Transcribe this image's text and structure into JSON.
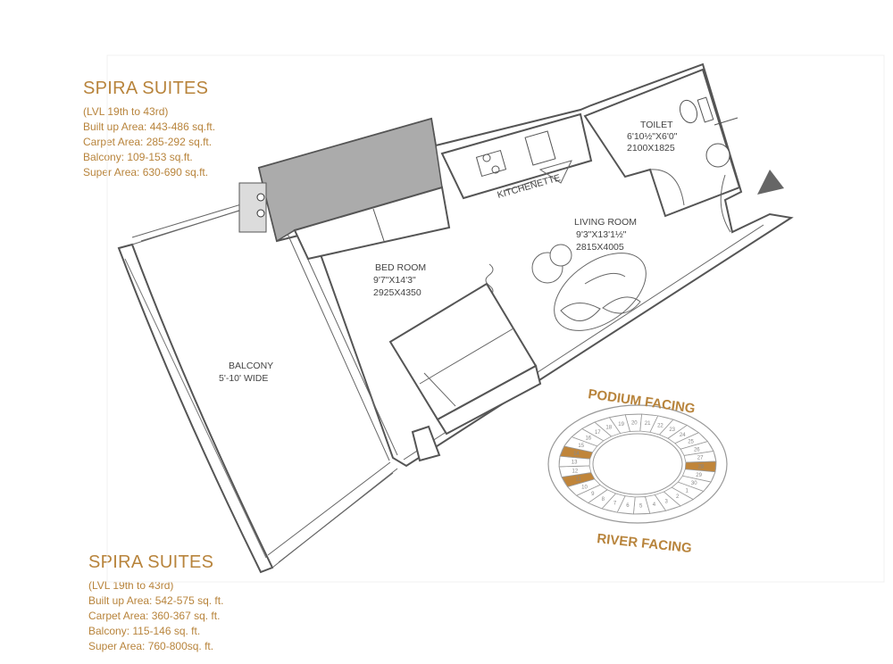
{
  "info_top": {
    "title": "SPIRA SUITES",
    "lines": [
      "(LVL 19th to 43rd)",
      "Built up Area: 443-486 sq.ft.",
      "Carpet Area: 285-292 sq.ft.",
      "Balcony: 109-153 sq.ft.",
      "Super Area: 630-690 sq.ft."
    ]
  },
  "info_bottom": {
    "title": "SPIRA SUITES",
    "lines": [
      "(LVL 19th to 43rd)",
      "Built up Area: 542-575 sq. ft.",
      "Carpet Area: 360-367 sq. ft.",
      "Balcony: 115-146 sq. ft.",
      "Super Area: 760-800sq. ft."
    ]
  },
  "rooms": {
    "toilet": {
      "name": "TOILET",
      "imperial": "6'10½\"X6'0\"",
      "metric": "2100X1825"
    },
    "kitchenette": {
      "name": "KITCHENETTE"
    },
    "living": {
      "name": "LIVING ROOM",
      "imperial": "9'3\"X13'1½\"",
      "metric": "2815X4005"
    },
    "bedroom": {
      "name": "BED ROOM",
      "imperial": "9'7\"X14'3\"",
      "metric": "2925X4350"
    },
    "balcony": {
      "name": "BALCONY",
      "width": "5'-10' WIDE"
    }
  },
  "key_plan": {
    "top_label": "PODIUM FACING",
    "bottom_label": "RIVER FACING",
    "units": [
      "14",
      "15",
      "16",
      "17",
      "18",
      "19",
      "20",
      "21",
      "22",
      "23",
      "24",
      "25",
      "26",
      "27",
      "28",
      "29",
      "30",
      "1",
      "2",
      "3",
      "4",
      "5",
      "6",
      "7",
      "8",
      "9",
      "10",
      "11",
      "12",
      "13"
    ],
    "highlighted": [
      "14",
      "11",
      "28"
    ],
    "highlight_color": "#c0853a"
  }
}
